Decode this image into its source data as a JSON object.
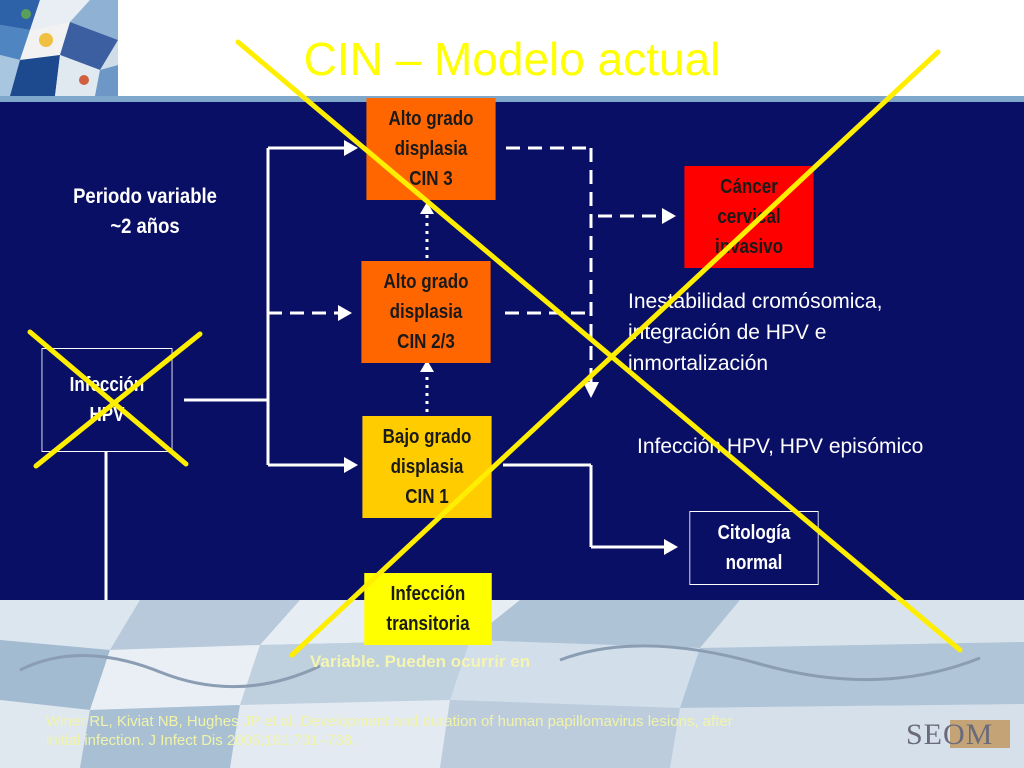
{
  "title": "CIN – Modelo actual",
  "colors": {
    "background": "#0a0f66",
    "title": "#ffff00",
    "orange": "#ff6600",
    "red": "#ff0000",
    "yellow": "#ffcc00",
    "bright_yellow": "#ffff00",
    "cross_yellow": "#ffee00",
    "connector": "#ffffff"
  },
  "boxes": {
    "cin3": "Alto grado\ndisplasia\nCIN 3",
    "cancer": "Cáncer\ncervical\ninvasivo",
    "cin23": "Alto grado\ndisplasia\nCIN 2/3",
    "infeccion_hpv": "Infección\nHPV",
    "cin1": "Bajo grado\ndisplasia\nCIN 1",
    "citologia": "Citología\nnormal",
    "transitoria": "Infección\ntransitoria"
  },
  "labels": {
    "periodo": "Periodo variable\n~2 años",
    "inestabilidad": "Inestabilidad cromósomica,\nintegración de HPV e\ninmortalización",
    "episomico": "Infección HPV, HPV episómico"
  },
  "footer": {
    "mid_text": "Variable. Pueden ocurrir en",
    "reference_a": "Winer RL, Kiviat NB, Hughes JP et al. Development and duration of human papillomavirus lesions, after",
    "reference_b": "initial infection. J Infect Dis 2005;191:731–738.",
    "logo": "SEOM"
  }
}
